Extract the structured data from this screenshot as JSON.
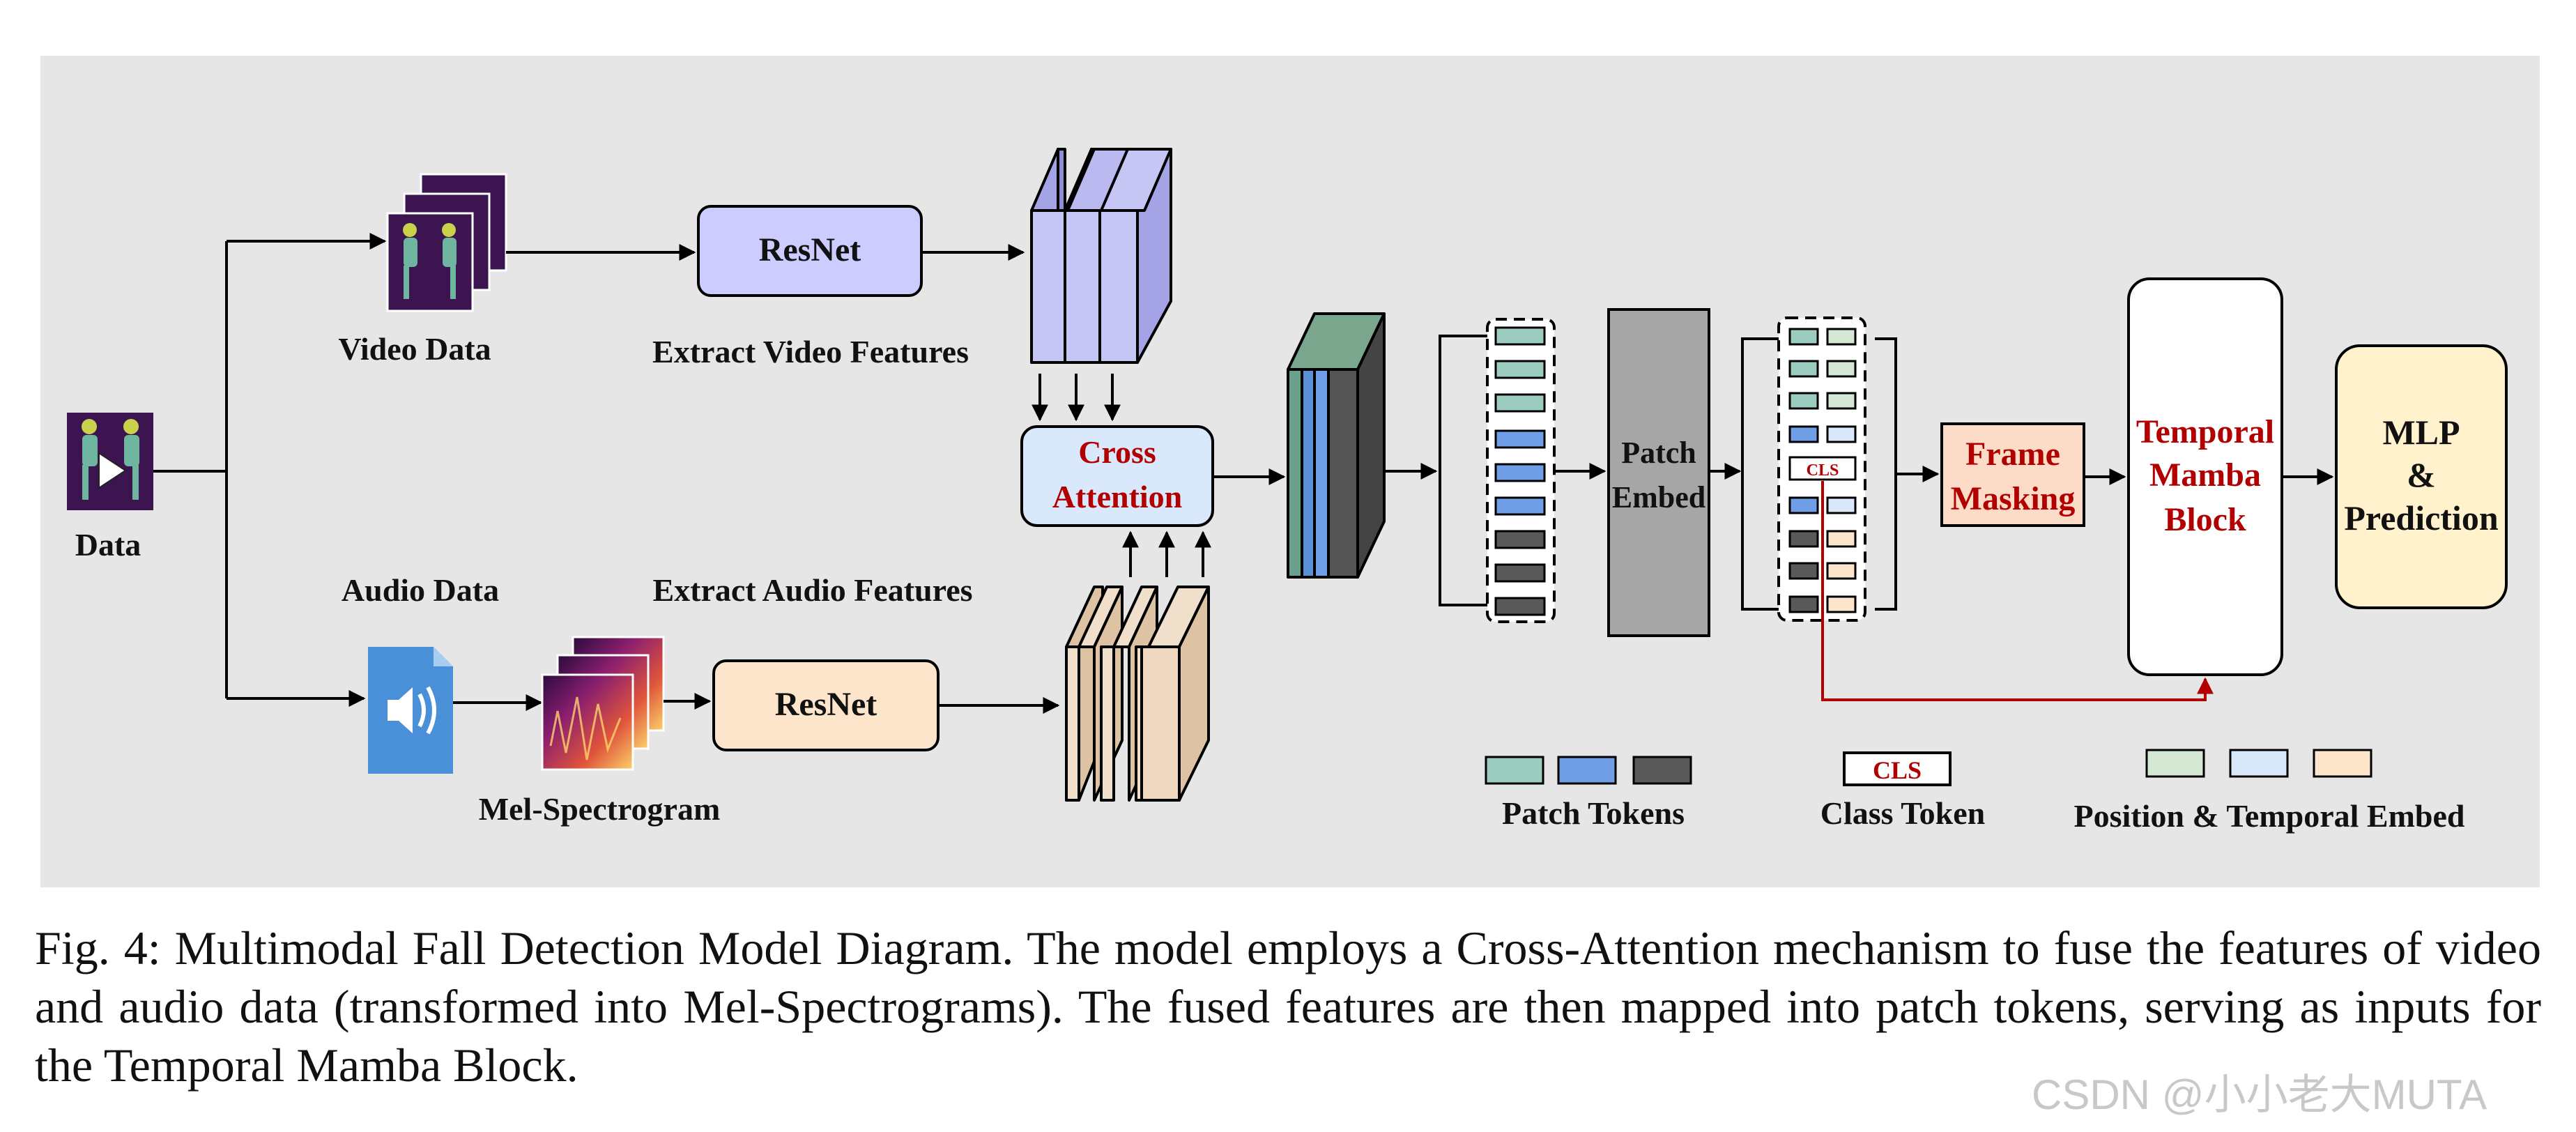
{
  "labels": {
    "data": "Data",
    "video_data": "Video Data",
    "audio_data": "Audio Data",
    "resnet_video": "ResNet",
    "resnet_audio": "ResNet",
    "extract_video": "Extract Video Features",
    "extract_audio": "Extract Audio Features",
    "mel": "Mel-Spectrogram",
    "cross_1": "Cross",
    "cross_2": "Attention",
    "patch_embed_1": "Patch",
    "patch_embed_2": "Embed",
    "cls": "CLS",
    "frame_masking_1": "Frame",
    "frame_masking_2": "Masking",
    "mamba_1": "Temporal",
    "mamba_2": "Mamba",
    "mamba_3": "Block",
    "mlp_1": "MLP",
    "mlp_2": "&",
    "mlp_3": "Prediction"
  },
  "legend": {
    "patch_tokens": "Patch Tokens",
    "cls": "CLS",
    "class_token": "Class Token",
    "pos_temporal": "Position & Temporal Embed"
  },
  "caption": "Fig. 4: Multimodal Fall Detection Model Diagram. The model employs a Cross-Attention mechanism to fuse the features of video and audio data (transformed into Mel-Spectrograms). The fused features are then mapped into patch tokens, serving as inputs for the Temporal Mamba Block.",
  "watermark": "CSDN @小小老大MUTA",
  "colors": {
    "background": "#e6e6e6",
    "resnet_video": "#ccccff",
    "resnet_audio": "#fde5cc",
    "cross_attention": "#dae8fc",
    "frame_masking": "#fcdcc6",
    "mlp": "#fff2cc",
    "patch_embed": "#a6a6a6",
    "video_feature_map": "#b0b0ec",
    "audio_feature_map": "#e8d2b8",
    "token_teal": "#9ccbbf",
    "token_blue": "#6f9ee6",
    "token_dark": "#595959",
    "pos_green": "#d5e8d4",
    "pos_blue": "#dae8fc",
    "pos_peach": "#fde5cc",
    "accent_red": "#b20000"
  }
}
